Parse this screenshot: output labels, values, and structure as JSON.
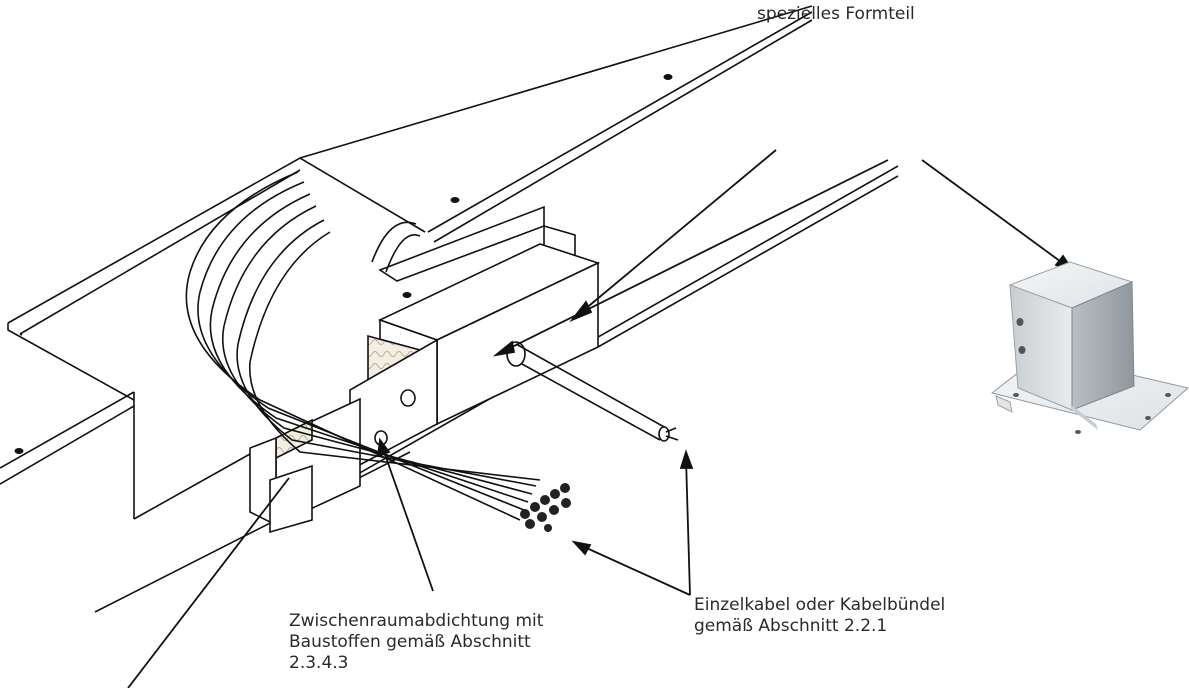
{
  "labels": {
    "formteil": "spezielles Formteil",
    "seal_line1": "Zwischenraumabdichtung mit",
    "seal_line2": "Baustoffen gemäß Abschnitt",
    "seal_line3": "2.3.4.3",
    "cable_line1": "Einzelkabel oder Kabelbündel",
    "cable_line2": "gemäß Abschnitt 2.2.1"
  },
  "colors": {
    "line": "#111111",
    "label_text": "#2a2a2a",
    "mineral_wool_fill": "#f3eee2",
    "metal_light": "#eceff1",
    "metal_mid": "#c7ccd0",
    "metal_dark": "#9aa1a7"
  },
  "icons": [
    "product-photo-formteil"
  ]
}
